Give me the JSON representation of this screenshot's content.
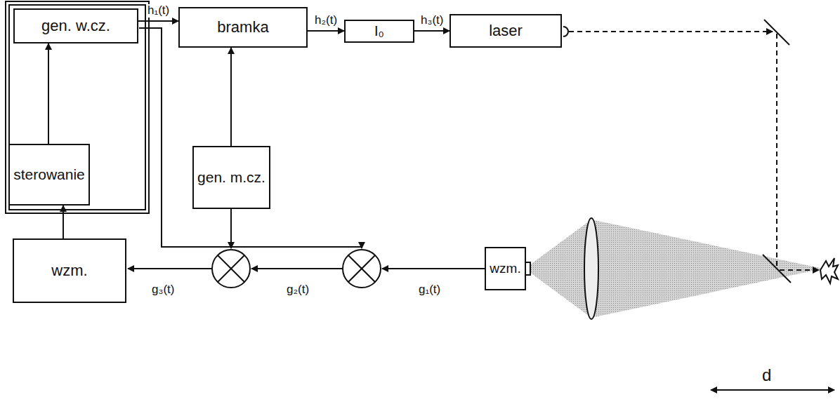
{
  "diagram": {
    "nodes": [
      {
        "text": [
          "gen. w.cz."
        ]
      },
      {
        "text": [
          "sterowanie"
        ]
      },
      {
        "text": [
          "bramka"
        ]
      },
      {
        "text": [
          "gen. m.cz."
        ]
      },
      {
        "text": [
          "I₀"
        ]
      },
      {
        "text": [
          "laser"
        ]
      },
      {
        "text": [
          "wzm."
        ]
      },
      {
        "text": [
          "wzm."
        ]
      }
    ],
    "edges": [
      {
        "from": 0,
        "to": 2,
        "arrow": "to",
        "label": "h₁(t)"
      },
      {
        "from": 2,
        "to": 4,
        "arrow": "to",
        "label": "h₂(t)"
      },
      {
        "from": 4,
        "to": 5,
        "arrow": "to",
        "label": "h₃(t)"
      },
      {
        "from": 1,
        "to": 0,
        "arrow": "to"
      },
      {
        "from": 3,
        "to": 2,
        "arrow": "to"
      },
      {
        "from": 6,
        "to": 1,
        "arrow": "to"
      }
    ],
    "labels": [
      "g₁(t)",
      "g₂(t)",
      "g₃(t)",
      "d"
    ]
  }
}
